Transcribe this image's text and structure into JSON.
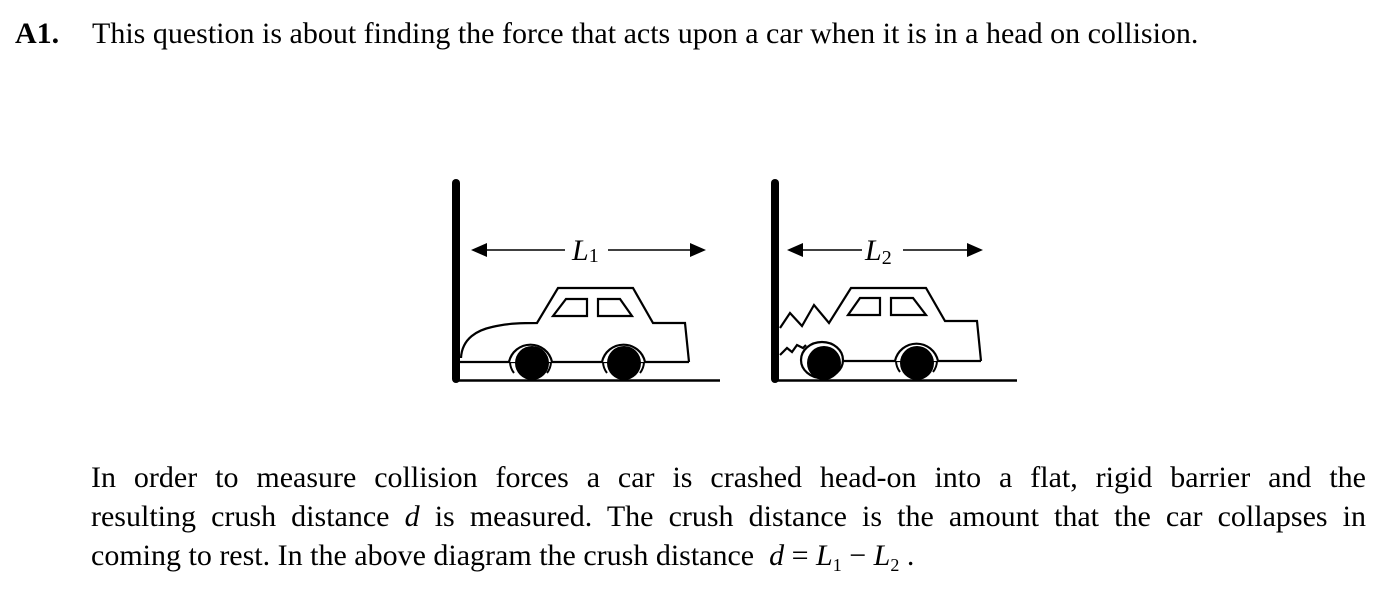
{
  "question": {
    "number": "A1.",
    "title": "This question is about finding the force that acts upon a car when it is in a head on collision."
  },
  "diagram": {
    "panels": [
      {
        "id": "before",
        "label_main": "L",
        "label_sub": "1",
        "description": "Car touching a rigid barrier before collapse"
      },
      {
        "id": "after",
        "label_main": "L",
        "label_sub": "2",
        "description": "Car crushed against rigid barrier"
      }
    ],
    "line_color": "#000000"
  },
  "paragraph": {
    "line1": "In order to measure collision forces a car is crashed head-on into a flat, rigid barrier and the",
    "line2_pre": "resulting crush distance",
    "line2_var": "d",
    "line2_post": "is measured.  The crush distance is the amount that the car collapses in",
    "line3_pre": "coming to rest.  In the above diagram the crush distance",
    "eq_d": "d",
    "eq_equals": " = ",
    "eq_L": "L",
    "eq_sub1": "1",
    "eq_minus": " − ",
    "eq_L2": "L",
    "eq_sub2": "2",
    "eq_end": " ."
  }
}
